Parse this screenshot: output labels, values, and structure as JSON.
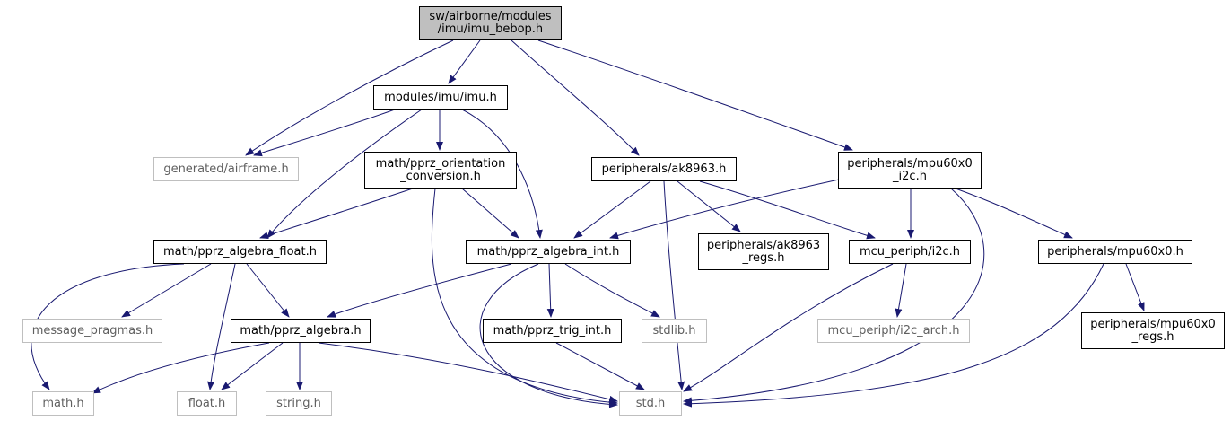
{
  "colors": {
    "edge": "#191970",
    "node_border": "#000000",
    "external_border": "#bfbfbf",
    "root_fill": "#bfbfbf"
  },
  "nodes": {
    "imu_bebop": "sw/airborne/modules\n/imu/imu_bebop.h",
    "imu_h": "modules/imu/imu.h",
    "airframe": "generated/airframe.h",
    "orientation": "math/pprz_orientation\n_conversion.h",
    "ak8963": "peripherals/ak8963.h",
    "mpu60x0_i2c": "peripherals/mpu60x0\n_i2c.h",
    "algebra_float": "math/pprz_algebra_float.h",
    "algebra_int": "math/pprz_algebra_int.h",
    "ak8963_regs": "peripherals/ak8963\n_regs.h",
    "i2c": "mcu_periph/i2c.h",
    "mpu60x0": "peripherals/mpu60x0.h",
    "message_pragmas": "message_pragmas.h",
    "algebra": "math/pprz_algebra.h",
    "trig_int": "math/pprz_trig_int.h",
    "stdlib": "stdlib.h",
    "i2c_arch": "mcu_periph/i2c_arch.h",
    "mpu60x0_regs": "peripherals/mpu60x0\n_regs.h",
    "math_h": "math.h",
    "float_h": "float.h",
    "string_h": "string.h",
    "std_h": "std.h"
  }
}
